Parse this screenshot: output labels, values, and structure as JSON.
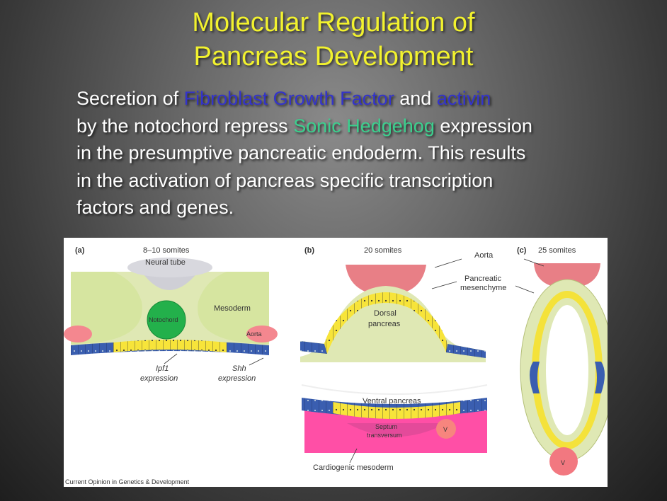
{
  "slide": {
    "title_line1": "Molecular Regulation of",
    "title_line2": "Pancreas Development",
    "body": {
      "p1": "Secretion of ",
      "fgf": "Fibroblast Growth Factor",
      "p2": " and ",
      "activin": "activin",
      "p3": "by the notochord repress ",
      "shh": "Sonic Hedgehog",
      "p4": " expression",
      "line3": "in the presumptive pancreatic endoderm.  This results",
      "line4": "in the activation of pancreas specific transcription",
      "line5": "factors and genes."
    },
    "colors": {
      "title": "#f2f22e",
      "fgf_activin": "#3333cc",
      "shh": "#3ccf8e"
    }
  },
  "figure": {
    "panel_a": {
      "tag": "(a)",
      "stage": "8–10 somites",
      "neural_tube": "Neural tube",
      "mesoderm": "Mesoderm",
      "notochord": "Notochord",
      "aorta": "Aorta",
      "ipf1": "Ipf1",
      "ipf1_expr": "expression",
      "shh": "Shh",
      "shh_expr": "expression"
    },
    "panel_b": {
      "tag": "(b)",
      "stage": "20 somites",
      "aorta": "Aorta",
      "mesenchyme_1": "Pancreatic",
      "mesenchyme_2": "mesenchyme",
      "dorsal_1": "Dorsal",
      "dorsal_2": "pancreas",
      "ventral": "Ventral pancreas",
      "septum_1": "Septum",
      "septum_2": "transversum",
      "v": "V",
      "cardiogenic": "Cardiogenic mesoderm"
    },
    "panel_c": {
      "tag": "(c)",
      "stage": "25 somites",
      "v": "V"
    },
    "credit": "Current Opinion in Genetics & Development"
  }
}
